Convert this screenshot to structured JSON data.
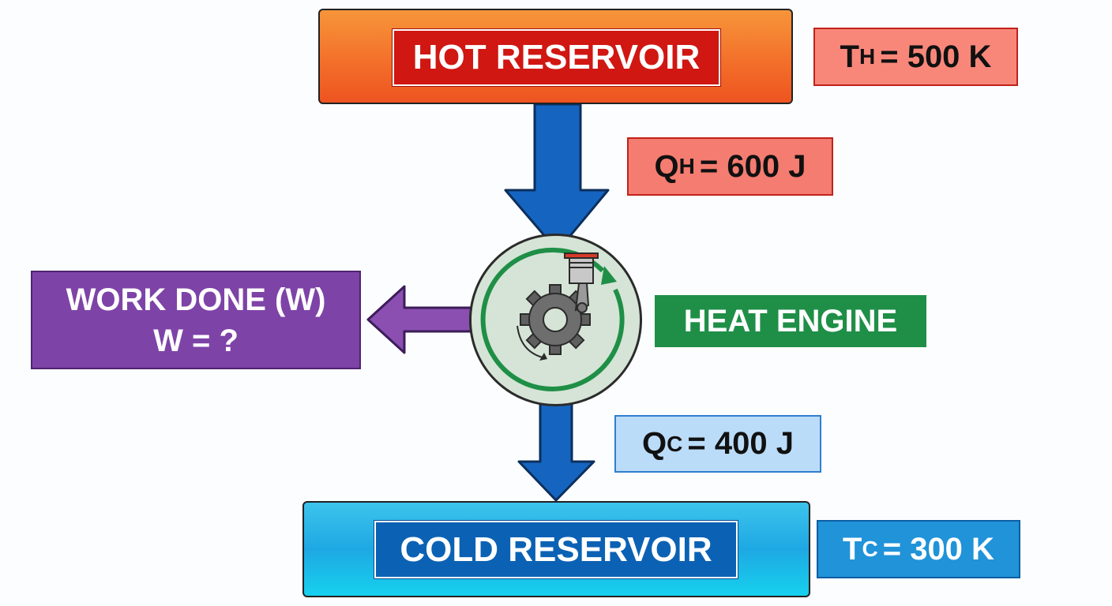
{
  "hot_reservoir": {
    "label": "HOT RESERVOIR"
  },
  "cold_reservoir": {
    "label": "COLD RESERVOIR"
  },
  "hot_temperature": {
    "symbol": "T",
    "subscript": "H",
    "value": "= 500 K"
  },
  "cold_temperature": {
    "symbol": "T",
    "subscript": "C",
    "value": "= 300 K"
  },
  "heat_in": {
    "symbol": "Q",
    "subscript": "H",
    "value": "= 600 J"
  },
  "heat_out": {
    "symbol": "Q",
    "subscript": "C",
    "value": "= 400 J"
  },
  "engine": {
    "label": "HEAT ENGINE"
  },
  "work": {
    "line1": "WORK DONE (W)",
    "line2": "W = ?"
  },
  "colors": {
    "hot": "#f3702a",
    "cold": "#1ea8e3",
    "arrow_blue": "#1565c0",
    "work_purple": "#7e43a7",
    "engine_green": "#1f8f47"
  },
  "icons": [
    "gear-icon",
    "piston-icon",
    "cycle-arrow-icon"
  ]
}
